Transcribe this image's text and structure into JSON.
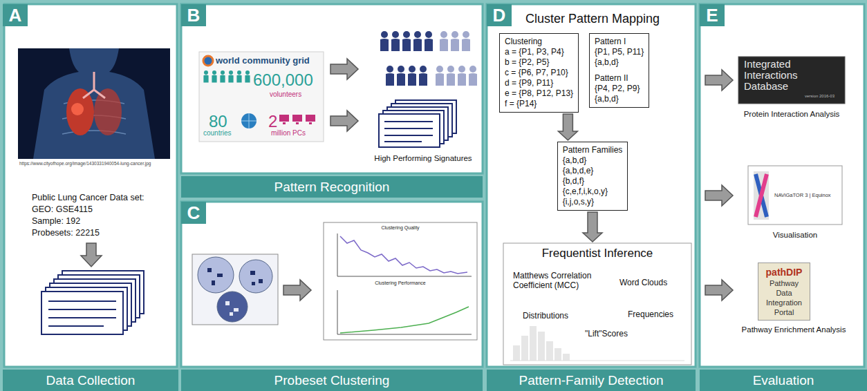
{
  "diagram": {
    "nodes": [
      {
        "text": [
          "A",
          "Data Collection"
        ]
      },
      {
        "text": [
          "B",
          "Pattern Recognition"
        ]
      },
      {
        "text": [
          "world community grid",
          "600,000",
          "volunteers",
          "80",
          "countries",
          "2",
          "million PCs"
        ],
        "in": 1
      },
      {
        "text": [
          "C",
          "Probeset Clustering"
        ]
      },
      {
        "text": [
          "Clustering Quality",
          "Clustering Performance"
        ],
        "in": 3
      },
      {
        "text": [
          "D",
          "Pattern-Family Detection"
        ]
      },
      {
        "text": [
          "Clustering",
          "a = {P1, P3, P4}",
          "b = {P2, P5}",
          "c = {P6, P7, P10}",
          "d = {P9, P11}",
          "e = {P8, P12, P13}",
          "f = {P14}"
        ],
        "in": 5
      },
      {
        "text": [
          "Pattern I",
          "{P1, P5, P11}",
          "{a,b,d}",
          "Pattern II",
          "{P4, P2, P9}",
          "{a,b,d}"
        ],
        "in": 5
      },
      {
        "text": [
          "Pattern Families",
          "{a,b,d}",
          "{a,b,d,e}",
          "{b,d,f}",
          "{c,e,f,i,k,o,y}",
          "{i,j,o,s,y}"
        ],
        "in": 5
      },
      {
        "text": [
          "Frequentist Inference",
          "Matthews Correlation Coefficient (MCC)",
          "Word Clouds",
          "Distributions",
          "Frequencies",
          "\"Lift\"Scores"
        ],
        "in": 5
      },
      {
        "text": [
          "E",
          "Evaluation"
        ]
      },
      {
        "text": [
          "Integrated Interactions Database",
          "version 2016-03"
        ],
        "in": 10
      },
      {
        "text": [
          "NAViGaTOR 3 | Equinox"
        ],
        "in": 10
      },
      {
        "text": [
          "pathDIP",
          "Pathway Data Integration Portal"
        ],
        "in": 10
      }
    ],
    "edges": [
      {
        "from": 6,
        "to": 8,
        "arrow": "to"
      },
      {
        "from": 8,
        "to": 9,
        "arrow": "to"
      }
    ],
    "labels": [
      "https://www.cityofhope.org/image/1430331940054-lung-cancer.jpg",
      "Public Lung Cancer Data set:",
      "GEO: GSE4115",
      "Sample: 192",
      "Probesets: 22215",
      "High Performing Signatures",
      "Cluster Pattern Mapping",
      "Protein Interaction Analysis",
      "Visualisation",
      "Pathway Enrichment Analysis"
    ]
  }
}
